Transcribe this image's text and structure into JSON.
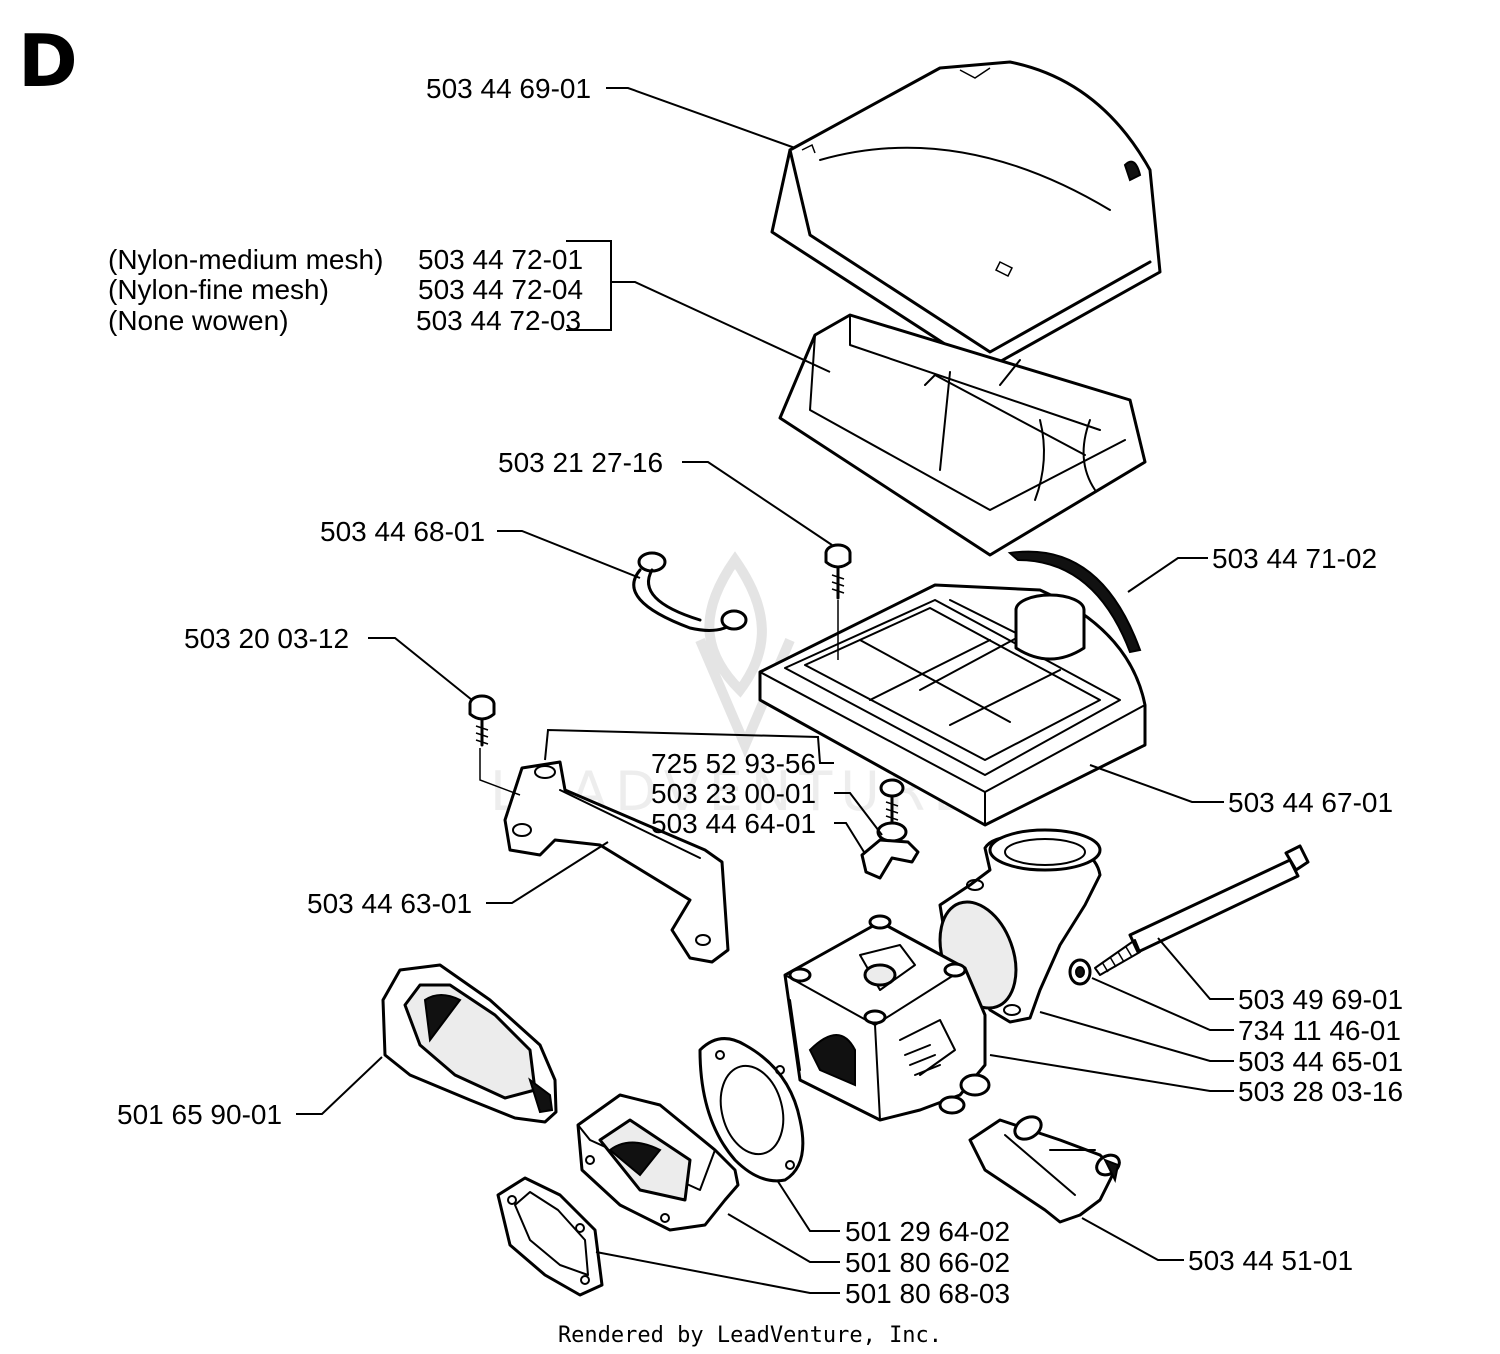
{
  "section_letter": "D",
  "footer": "Rendered by LeadVenture, Inc.",
  "watermark": "LEADVENTURE",
  "labels": {
    "p1": "503 44 69-01",
    "mesh_medium_desc": "(Nylon-medium mesh)",
    "mesh_medium_num": "503 44 72-01",
    "mesh_fine_desc": "(Nylon-fine mesh)",
    "mesh_fine_num": "503 44 72-04",
    "none_woven_desc": "(None wowen)",
    "none_woven_num": "503 44 72-03",
    "p3": "503 21 27-16",
    "p4": "503 44 68-01",
    "p5": "503 44 71-02",
    "p6": "503 20 03-12",
    "p7": "725 52 93-56",
    "p8": "503 23 00-01",
    "p9": "503 44 64-01",
    "p10": "503 44 67-01",
    "p11": "503 44 63-01",
    "p12": "503 49 69-01",
    "p13": "734 11 46-01",
    "p14": "503 44 65-01",
    "p15": "503 28 03-16",
    "p16": "501 65 90-01",
    "p17": "501 29 64-02",
    "p18": "501 80 66-02",
    "p19": "501 80 68-03",
    "p20": "503 44 51-01"
  }
}
